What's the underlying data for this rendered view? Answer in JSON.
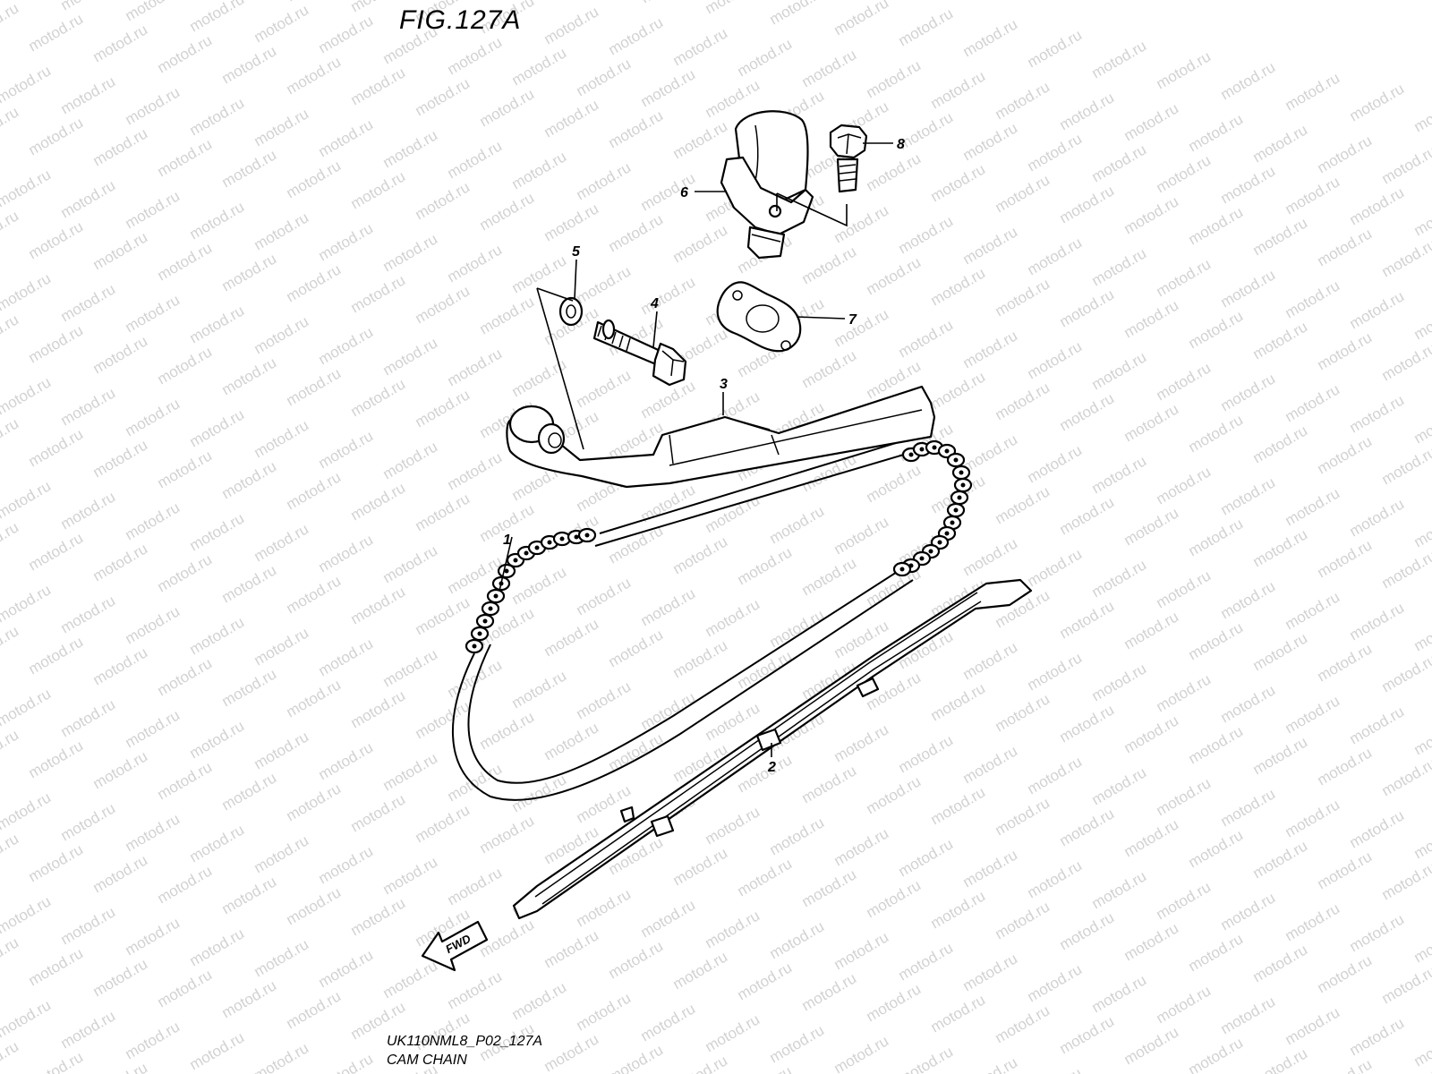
{
  "figure": {
    "title": "FIG.127A",
    "code": "UK110NML8_P02_127A",
    "name": "CAM CHAIN"
  },
  "watermark": {
    "text": "motod.ru",
    "color": "#d2d2d2"
  },
  "direction_marker": {
    "label": "FWD",
    "icon": "arrow-left-down-icon"
  },
  "callouts": [
    "1",
    "2",
    "3",
    "4",
    "5",
    "6",
    "7",
    "8"
  ],
  "colors": {
    "ink": "#000000",
    "background": "#ffffff"
  }
}
